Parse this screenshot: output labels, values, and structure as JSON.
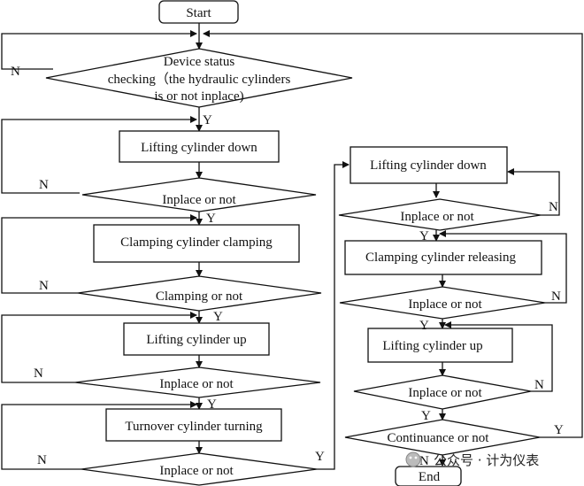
{
  "start": "Start",
  "end": "End",
  "device_check": [
    "Device status",
    "checking（the hydraulic cylinders",
    "is or not inplace)"
  ],
  "left_column": {
    "lifting_down": "Lifting cylinder down",
    "inplace_1": "Inplace or not",
    "clamping": "Clamping cylinder clamping",
    "clamping_check": "Clamping or not",
    "lifting_up": "Lifting cylinder up",
    "inplace_2": "Inplace or not",
    "turnover": "Turnover cylinder turning",
    "inplace_3": "Inplace or not"
  },
  "right_column": {
    "lifting_down": "Lifting cylinder down",
    "inplace_1": "Inplace or not",
    "releasing": "Clamping cylinder releasing",
    "inplace_2": "Inplace or not",
    "lifting_up": "Lifting cylinder up",
    "inplace_3": "Inplace or not",
    "continuance": "Continuance or not"
  },
  "labels": {
    "yes": "Y",
    "no": "N"
  },
  "watermark": "公众号 · 计为仪表"
}
